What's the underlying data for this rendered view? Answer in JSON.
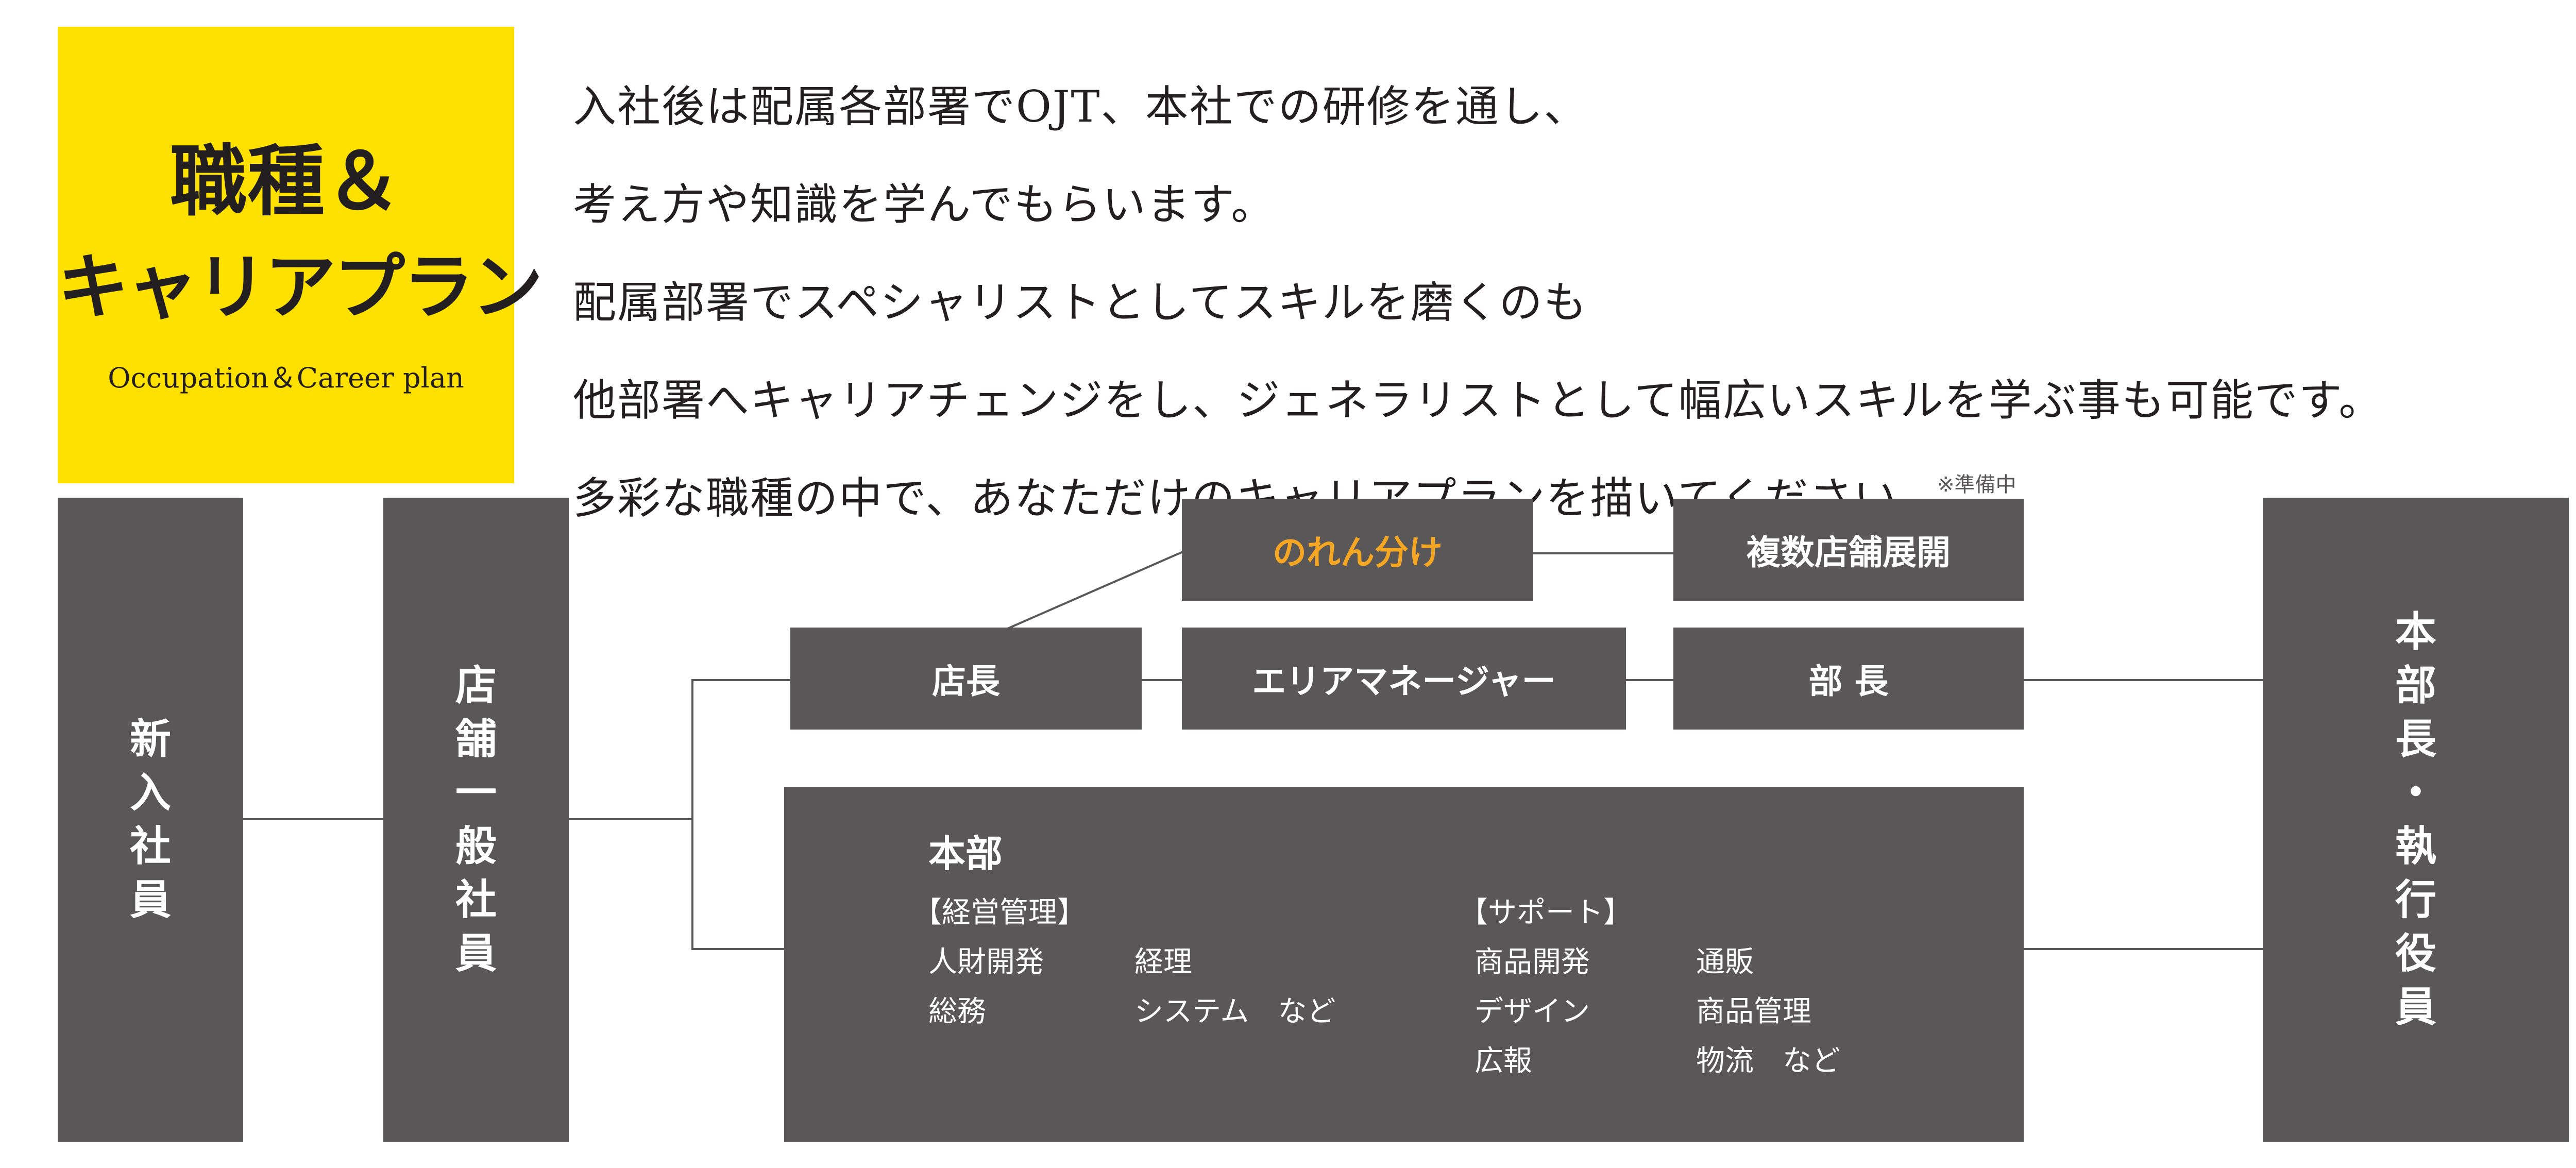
{
  "badge": {
    "title_line1": "職種＆",
    "title_line2": "キャリアプラン",
    "subtitle": "Occupation＆Career plan"
  },
  "intro": {
    "lines": [
      "入社後は配属各部署でOJT、本社での研修を通し、",
      "考え方や知識を学んでもらいます。",
      "配属部署でスペシャリストとしてスキルを磨くのも",
      "他部署へキャリアチェンジをし、ジェネラリストとして幅広いスキルを学ぶ事も可能です。",
      "多彩な職種の中で、あなただけのキャリアプランを描いてください。"
    ]
  },
  "diagram": {
    "note": "※準備中",
    "new_hire": [
      "新",
      "入",
      "社",
      "員"
    ],
    "store_staff": [
      "店",
      "舗",
      "一",
      "般",
      "社",
      "員"
    ],
    "noren": "のれん分け",
    "multi_store": "複数店舗展開",
    "store_manager": "店長",
    "area_manager": "エリアマネージャー",
    "dept_manager": "部 長",
    "executive": [
      "本",
      "部",
      "長",
      "・",
      "執",
      "行",
      "役",
      "員"
    ],
    "hq": {
      "title": "本部",
      "management": {
        "label": "【経営管理】",
        "col1": [
          "人財開発",
          "総務"
        ],
        "col2": [
          "経理",
          "システム　など"
        ]
      },
      "support": {
        "label": "【サポート】",
        "col1": [
          "商品開発",
          "デザイン",
          "広報"
        ],
        "col2": [
          "通販",
          "商品管理",
          "物流　など"
        ]
      }
    },
    "colors": {
      "box": "#595757",
      "badge": "#ffe100",
      "accent": "#f5a623"
    }
  }
}
